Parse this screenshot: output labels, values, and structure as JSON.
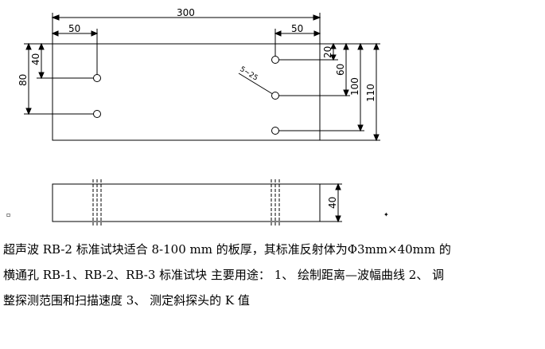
{
  "dimensions": {
    "total_length": "300",
    "left_offset": "50",
    "right_offset": "50",
    "left_hole_depth_1": "40",
    "left_hole_depth_2": "80",
    "right_hole_depth_1": "20",
    "right_hole_depth_2": "60",
    "right_hole_depth_3": "100",
    "block_height": "110",
    "block_thickness": "40",
    "probe_mark": "5~25"
  },
  "caption": {
    "line1": "超声波 RB-2 标准试块适合 8-100 mm 的板厚，其标准反射体为Φ3mm×40mm 的",
    "line2": "横通孔 RB-1、RB-2、RB-3 标准试块 主要用途： 1、 绘制距离—波幅曲线 2、 调",
    "line3": "整探测范围和扫描速度 3、 测定斜探头的 K 值"
  }
}
